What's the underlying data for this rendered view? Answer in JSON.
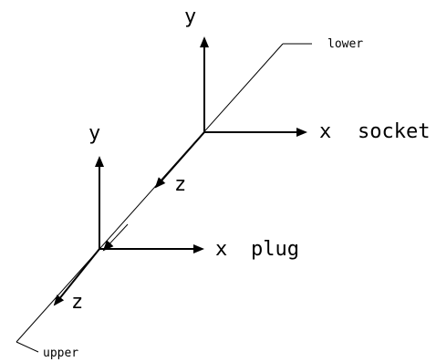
{
  "colors": {
    "stroke": "#000000",
    "background": "#ffffff"
  },
  "socket_frame": {
    "y_label": "y",
    "x_label": "x",
    "x_name": "socket",
    "z_label": "z"
  },
  "plug_frame": {
    "y_label": "y",
    "x_label": "x",
    "x_name": "plug",
    "z_label": "z"
  },
  "callouts": {
    "lower": "lower",
    "upper": "upper"
  }
}
